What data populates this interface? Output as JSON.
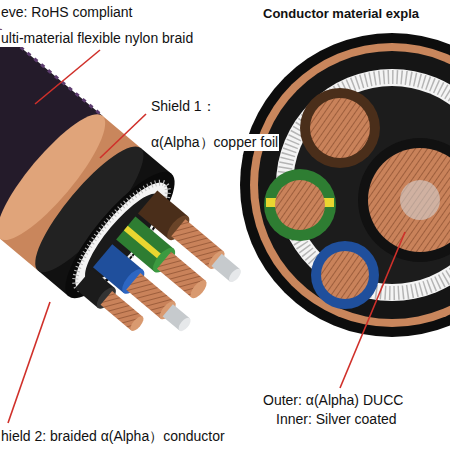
{
  "diagram": {
    "title": "Conductor material expla",
    "labels": [
      "eve: RoHS compliant",
      "ulti-material flexible nylon braid",
      "Shield 1：",
      "α(Alpha）copper foil",
      "Outer: α(Alpha) DUCC",
      "Inner: Silver coated",
      "hield 2: braided α(Alpha）conductor"
    ]
  }
}
